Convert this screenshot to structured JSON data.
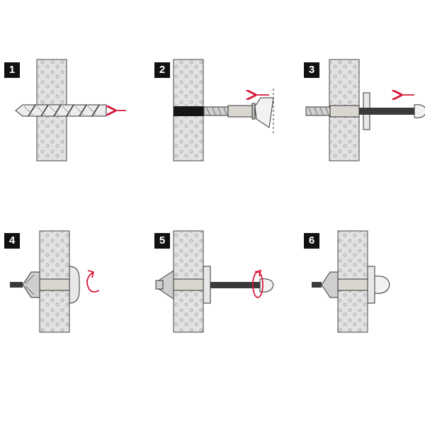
{
  "steps": [
    {
      "number": "1",
      "action": "drill-hole"
    },
    {
      "number": "2",
      "action": "insert-anchor-with-tool"
    },
    {
      "number": "3",
      "action": "insert-screw"
    },
    {
      "number": "4",
      "action": "rotate-screw-expand"
    },
    {
      "number": "5",
      "action": "tighten-anchor"
    },
    {
      "number": "6",
      "action": "anchor-set"
    }
  ],
  "colors": {
    "badge": "#111111",
    "badge_text": "#ffffff",
    "wall_fill": "#e2e2e2",
    "wall_dots": "#9a9a9a",
    "outline": "#333333",
    "metal": "#bdbdbd",
    "sleeve": "#d8d6ce",
    "screw": "#3a3a3a",
    "arrow": "#d7193a",
    "hole_plug": "#151515"
  },
  "icons": {
    "direction_arrow": "arrow-left-icon",
    "rotation": "rotate-clockwise-icon"
  }
}
